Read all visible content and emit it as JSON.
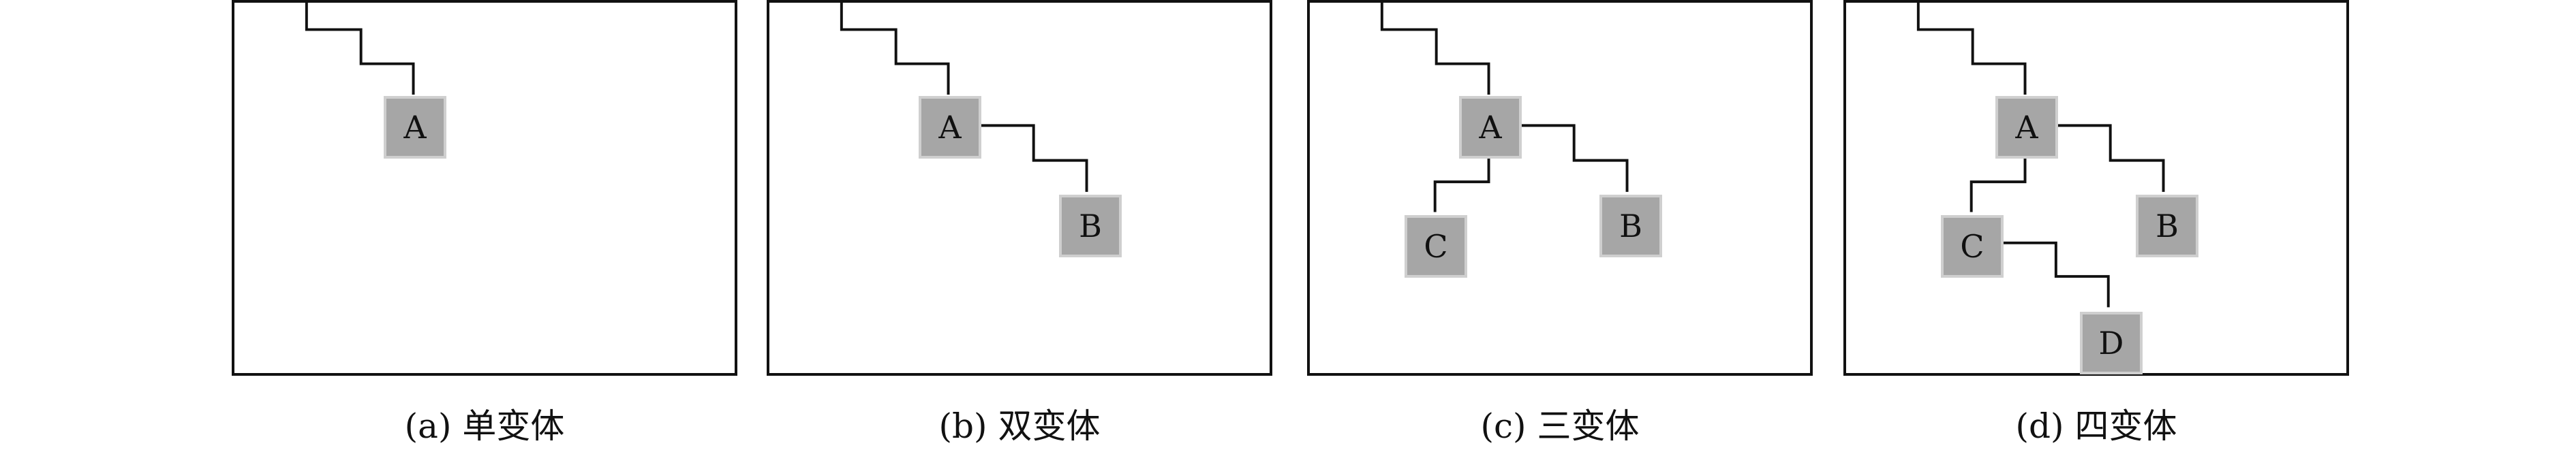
{
  "panels": [
    {
      "caption": "(a) 单变体",
      "nodes": {
        "a": "A"
      }
    },
    {
      "caption": "(b) 双变体",
      "nodes": {
        "a": "A",
        "b": "B"
      }
    },
    {
      "caption": "(c) 三变体",
      "nodes": {
        "a": "A",
        "b": "B",
        "c": "C"
      }
    },
    {
      "caption": "(d) 四变体",
      "nodes": {
        "a": "A",
        "b": "B",
        "c": "C",
        "d": "D"
      }
    }
  ],
  "colors": {
    "node_fill": "#a6a6a6",
    "node_border": "#cfcfcf",
    "line": "#111111"
  }
}
